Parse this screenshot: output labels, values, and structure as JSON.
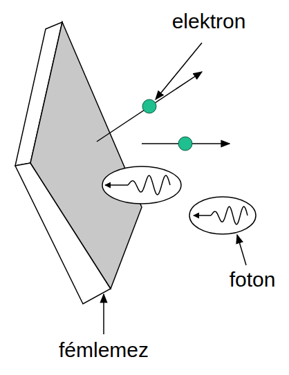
{
  "diagram": {
    "labels": [
      "elektron",
      "foton",
      "fémlemez"
    ]
  }
}
